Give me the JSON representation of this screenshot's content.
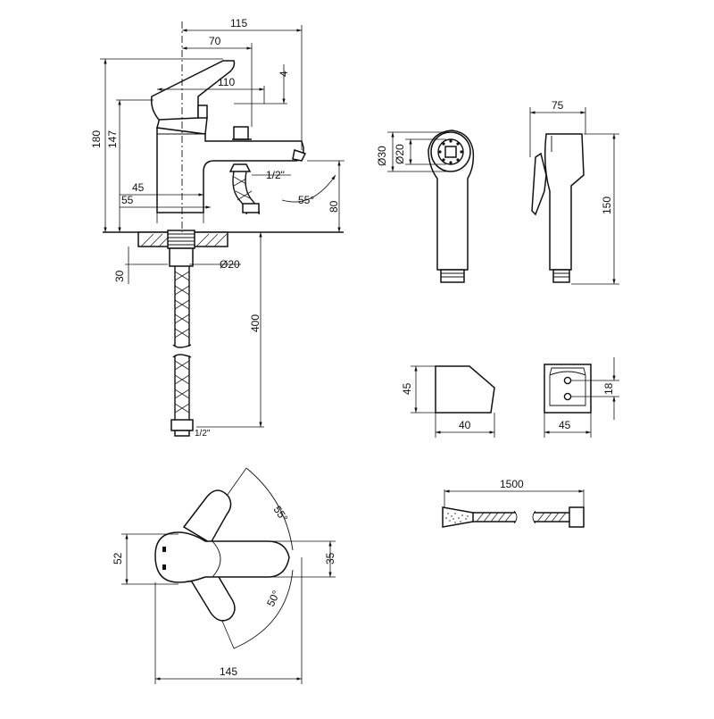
{
  "dimensions": {
    "top_width": "115",
    "handle_offset": "70",
    "lever_length": "110",
    "lever_gap": "4",
    "total_height": "180",
    "spout_height": "147",
    "spout_angle": "55°",
    "spout_thread": "1/2\"",
    "base_height": "80",
    "base_offset": "45",
    "base_gap": "55",
    "mount_depth": "30",
    "hose_diameter": "Ø20",
    "hose_length": "400",
    "hose_thread": "1/2\"",
    "head_diameter_outer": "Ø30",
    "head_diameter_inner": "Ø20",
    "handshower_depth": "75",
    "handshower_length": "150",
    "holder_height": "45",
    "holder_depth": "40",
    "holder_width": "45",
    "holder_hole_spacing": "18",
    "flex_hose_length": "1500",
    "plan_angle_top": "55°",
    "plan_angle_bottom": "50°",
    "plan_width": "145",
    "plan_body_height": "52",
    "plan_lever_height": "35"
  }
}
